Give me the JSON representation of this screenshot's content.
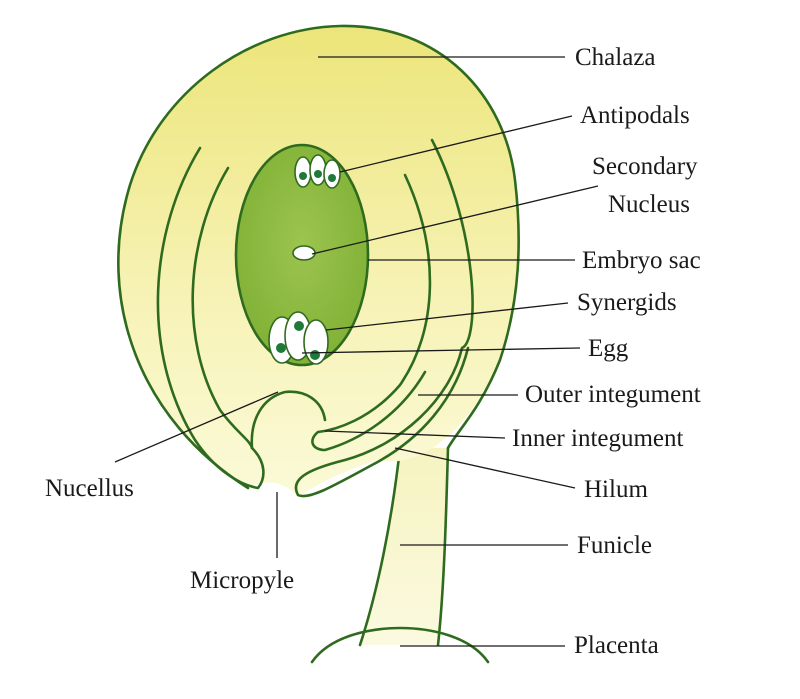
{
  "labels": {
    "chalaza": "Chalaza",
    "antipodals": "Antipodals",
    "secondary_nucleus_line1": "Secondary",
    "secondary_nucleus_line2": "Nucleus",
    "embryo_sac": "Embryo sac",
    "synergids": "Synergids",
    "egg": "Egg",
    "outer_integument": "Outer integument",
    "inner_integument": "Inner integument",
    "hilum": "Hilum",
    "funicle": "Funicle",
    "placenta": "Placenta",
    "nucellus": "Nucellus",
    "micropyle": "Micropyle"
  },
  "colors": {
    "outline": "#2f6b1f",
    "ovule_top": "#ece57a",
    "ovule_bottom": "#fbfad8",
    "embryo_sac_fill": "#88b83a",
    "nucleus_dot": "#1f7a3a"
  }
}
